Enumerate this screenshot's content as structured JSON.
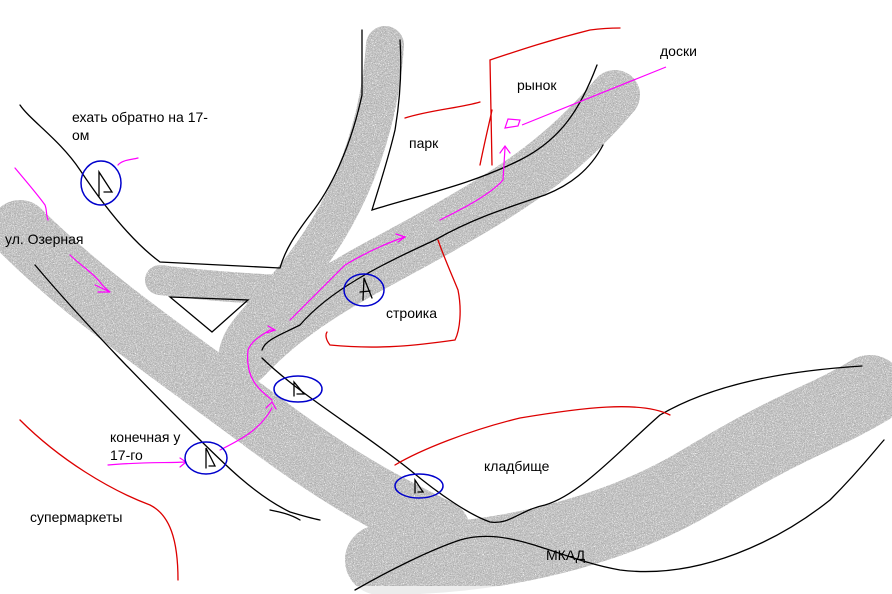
{
  "colors": {
    "road_fill": "#c9c9c9",
    "road_edge": "#000000",
    "boundary": "#dd0000",
    "route": "#ff00ff",
    "stop_circle": "#0000cc"
  },
  "labels": {
    "go_back": "ехать обратно на 17-ом",
    "street": "ул. Озерная",
    "terminal": "конечная у 17-го",
    "supermarkets": "супермаркеты",
    "market": "рынок",
    "park": "парк",
    "boards": "доски",
    "construction": "строика",
    "cemetery": "кладбище",
    "mkad": "МКАД"
  },
  "stop_icons": {
    "glyph": "A",
    "names": [
      "bus-stop-go-back",
      "bus-stop-construction",
      "bus-stop-middle",
      "bus-stop-terminal",
      "bus-stop-cemetery"
    ]
  }
}
